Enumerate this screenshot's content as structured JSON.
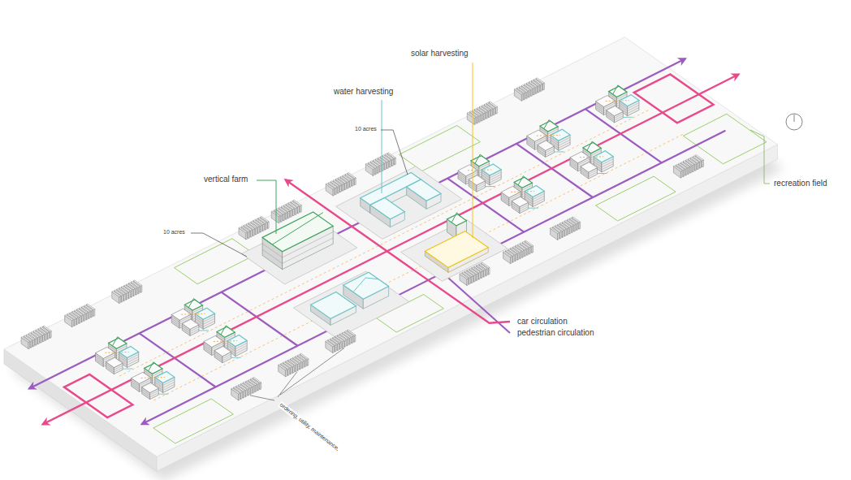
{
  "diagram": {
    "labels": [
      "solar harvesting",
      "water harvesting",
      "10 acres",
      "vertical farm",
      "recreation field",
      "10 acres",
      "car circulation",
      "pedestrian circulation",
      "ordering, utility, maintenance,"
    ]
  }
}
